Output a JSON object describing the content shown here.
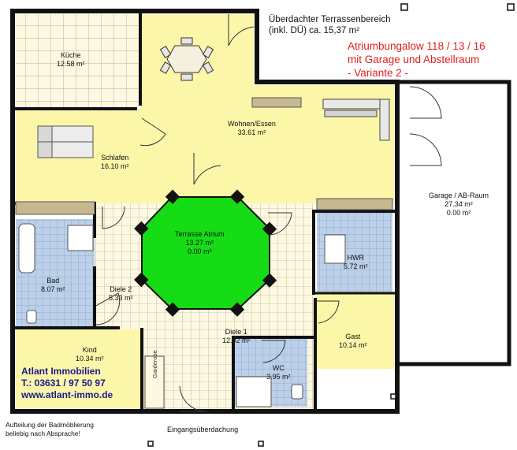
{
  "title": {
    "line1": "Atriumbungalow 118 / 13 / 16",
    "line2": "mit Garage und Abstellraum",
    "line3": "- Variante 2 -"
  },
  "terrace_note": {
    "line1": "Überdachter Terrassenbereich",
    "line2": "(inkl. DÜ) ca. 15,37 m²"
  },
  "rooms": {
    "kueche": {
      "name": "Küche",
      "area": "12.58 m²"
    },
    "wohnen": {
      "name": "Wohnen/Essen",
      "area": "33.61 m²"
    },
    "schlafen": {
      "name": "Schlafen",
      "area": "16.10 m²"
    },
    "atrium": {
      "name": "Terrasse Atrium",
      "area": "13.27 m²",
      "area2": "0.00 m²"
    },
    "garage": {
      "name": "Garage / AB-Raum",
      "area": "27.34 m²",
      "area2": "0.00 m²"
    },
    "bad": {
      "name": "Bad",
      "area": "8.07 m²"
    },
    "diele2": {
      "name": "Diele 2",
      "area": "5.33 m²"
    },
    "hwr": {
      "name": "HWR",
      "area": "5.72 m²"
    },
    "diele1": {
      "name": "Diele 1",
      "area": "12.92 m²"
    },
    "gast": {
      "name": "Gast",
      "area": "10.14 m²"
    },
    "kind": {
      "name": "Kind",
      "area": "10.34 m²"
    },
    "wc": {
      "name": "WC",
      "area": "3.95 m²"
    }
  },
  "cabinet_label": "Garderobe",
  "company": {
    "name": "Atlant Immobilien",
    "phone": "T.: 03631 / 97 50 97",
    "web": "www.atlant-immo.de"
  },
  "footnote": {
    "line1": "Aufteilung der Badmöblierung",
    "line2": "beliebig nach Absprache!"
  },
  "entrance_label": "Eingangsüberdachung",
  "colors": {
    "floor_yellow": "#fbf6a8",
    "tile_cream": "#fdf8e0",
    "bath_blue": "#bcd0ea",
    "atrium_green": "#16dc16",
    "wall": "#111111",
    "title_red": "#e0201c",
    "company_blue": "#1a1a8c"
  }
}
